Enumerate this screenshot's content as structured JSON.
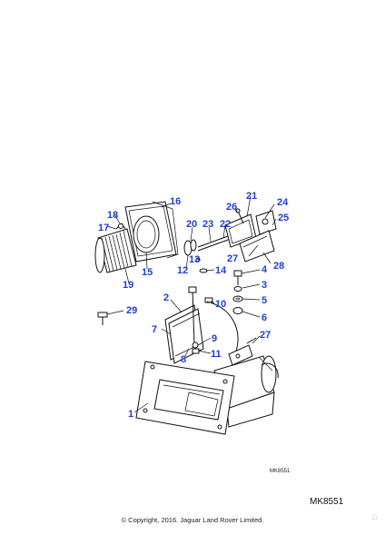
{
  "diagram": {
    "callouts": [
      "1",
      "2",
      "3",
      "4",
      "5",
      "6",
      "7",
      "8",
      "9",
      "10",
      "11",
      "12",
      "13",
      "14",
      "15",
      "16",
      "17",
      "18",
      "19",
      "20",
      "21",
      "22",
      "23",
      "24",
      "25",
      "26",
      "27",
      "27",
      "28",
      "29"
    ],
    "drawing_code": "MK8551"
  },
  "footer": {
    "code": "MK8551",
    "copyright": "© Copyright, 2016. Jaguar Land Rover Limited.",
    "corner_mark": "□"
  }
}
